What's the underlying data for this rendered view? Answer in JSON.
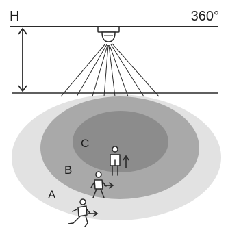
{
  "height_marker": "H",
  "angle_label": "360°",
  "zones": [
    {
      "label": "A",
      "color": "#e2e2e2"
    },
    {
      "label": "B",
      "color": "#a9a9a9"
    },
    {
      "label": "C",
      "color": "#8c8c8c"
    }
  ],
  "line_color": "#2a2a2a"
}
